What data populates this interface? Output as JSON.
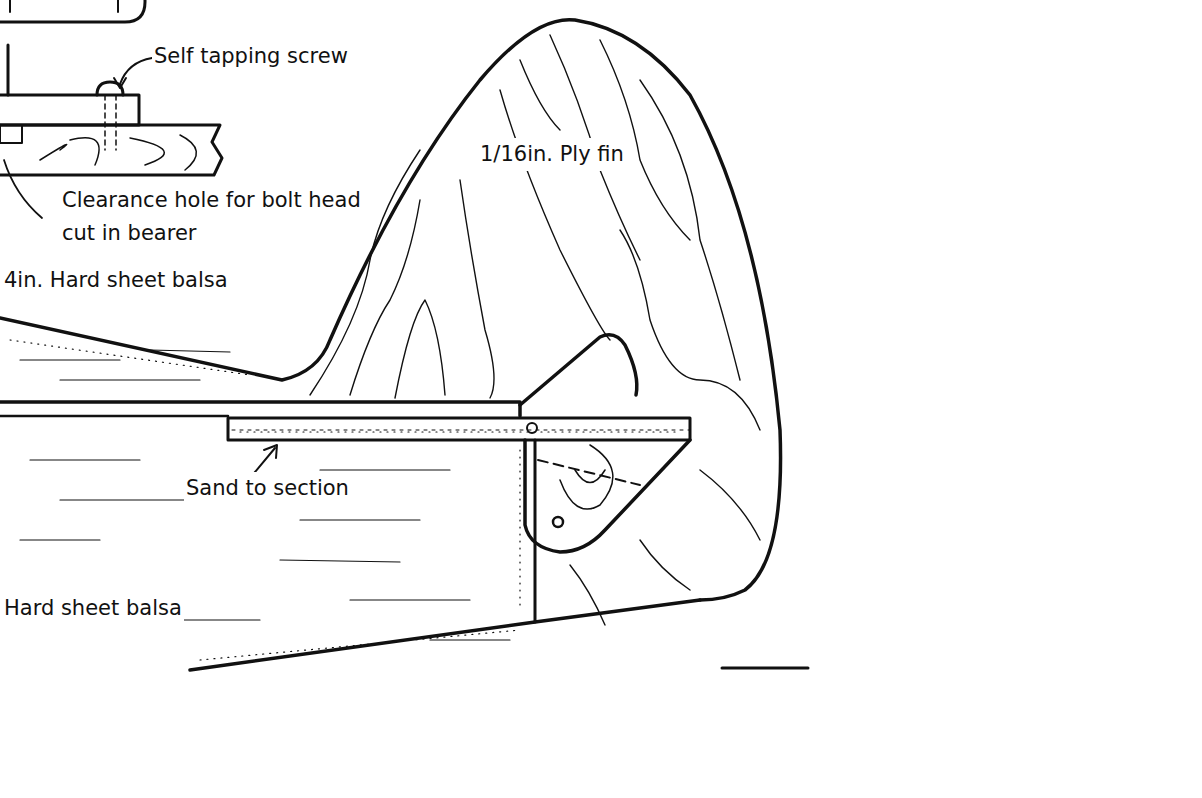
{
  "diagram": {
    "labels": [
      "Self tapping screw",
      "Clearance hole for bolt head cut in bearer",
      "1/16in. Ply fin",
      "4in. Hard sheet balsa",
      "Sand to section",
      "Hard sheet balsa"
    ]
  }
}
